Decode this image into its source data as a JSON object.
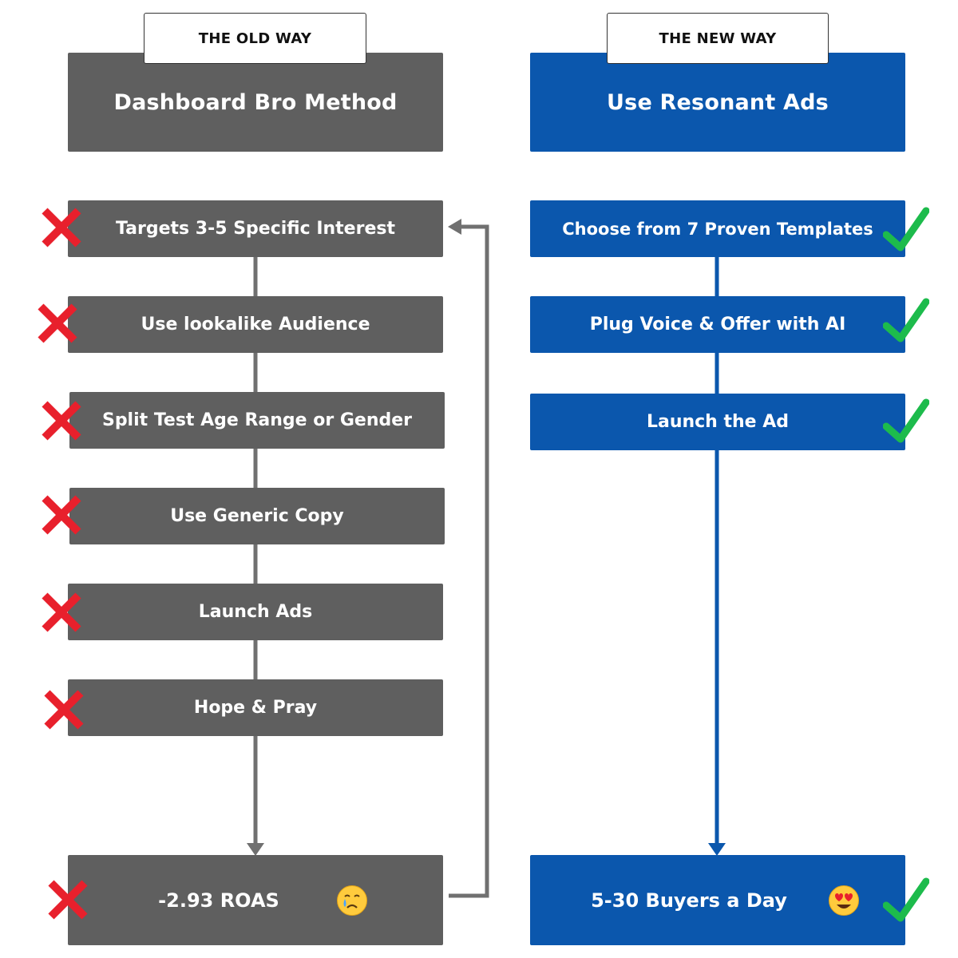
{
  "old_way": {
    "tab_label": "THE OLD WAY",
    "title": "Dashboard Bro Method",
    "steps": [
      {
        "label": "Targets 3-5 Specific Interest",
        "mark": "x-icon"
      },
      {
        "label": "Use lookalike Audience",
        "mark": "x-icon"
      },
      {
        "label": "Split Test Age Range or Gender",
        "mark": "x-icon"
      },
      {
        "label": "Use Generic Copy",
        "mark": "x-icon"
      },
      {
        "label": "Launch Ads",
        "mark": "x-icon"
      },
      {
        "label": "Hope & Pray",
        "mark": "x-icon"
      }
    ],
    "result": {
      "label": "-2.93 ROAS",
      "emoji": "crying-face-emoji",
      "mark": "x-icon"
    }
  },
  "new_way": {
    "tab_label": "THE NEW WAY",
    "title": "Use Resonant Ads",
    "steps": [
      {
        "label": "Choose from 7 Proven Templates",
        "mark": "check-icon"
      },
      {
        "label": "Plug Voice & Offer with AI",
        "mark": "check-icon"
      },
      {
        "label": "Launch the Ad",
        "mark": "check-icon"
      }
    ],
    "result": {
      "label": "5-30 Buyers a Day",
      "emoji": "heart-eyes-emoji",
      "mark": "check-icon"
    }
  },
  "colors": {
    "old_box": "#5f5f5f",
    "new_box": "#0b57ad",
    "x_mark": "#e8202c",
    "check_mark": "#1dbb4c",
    "old_connector": "#707070",
    "new_connector": "#0b57ad"
  }
}
